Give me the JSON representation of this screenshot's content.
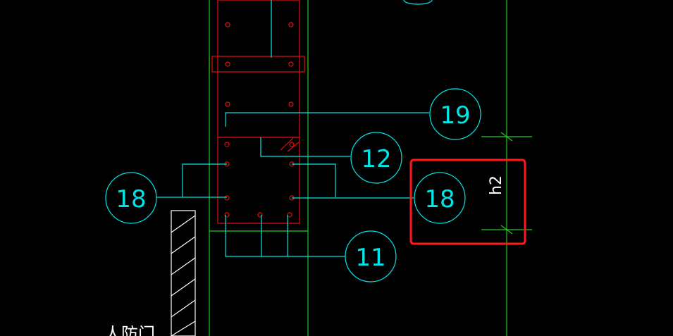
{
  "callouts": {
    "c19": "19",
    "c12": "12",
    "c18_left": "18",
    "c18_right": "18",
    "c11": "11"
  },
  "labels": {
    "dimension": "h2",
    "door": "人防门"
  },
  "colors": {
    "background": "#000000",
    "column": "#e01010",
    "rebar": "#e01010",
    "leader": "#00e5e5",
    "axis": "#22cc22",
    "highlight": "#ff1a1a",
    "hatch": "#ffffff"
  }
}
